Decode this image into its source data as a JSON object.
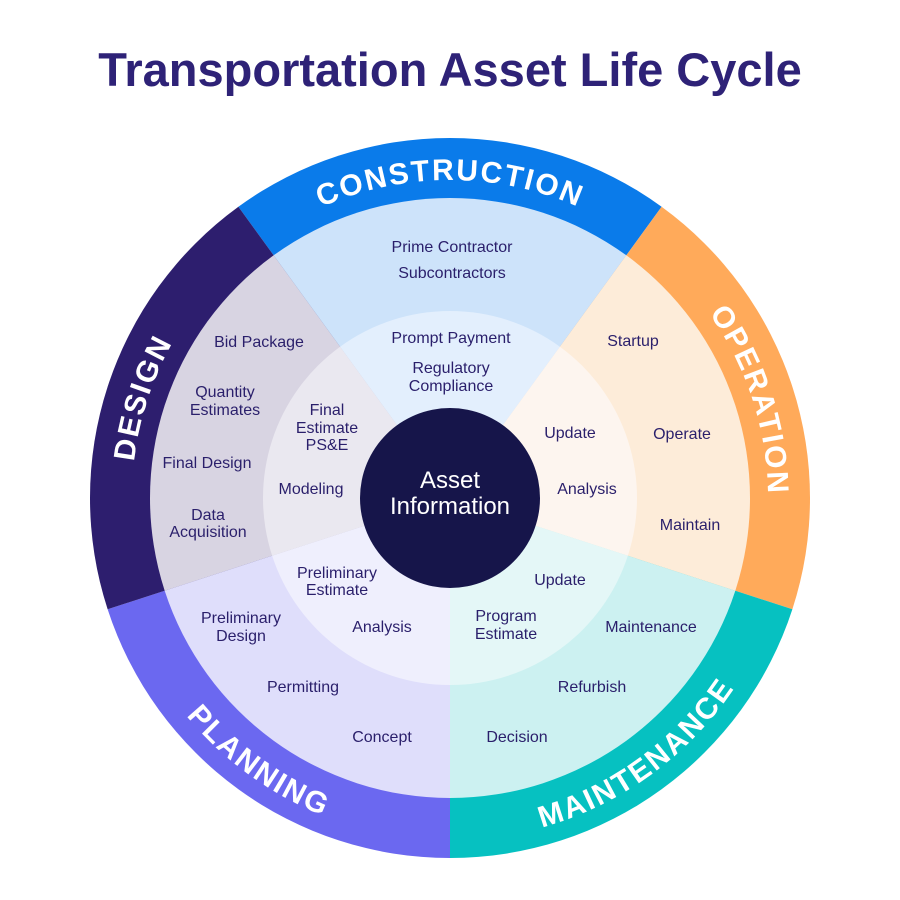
{
  "title": "Transportation Asset Life Cycle",
  "center": {
    "line1": "Asset",
    "line2": "Information",
    "color": "#16154a"
  },
  "phases": [
    {
      "id": "construction",
      "label": "CONSTRUCTION",
      "color": "#0a7bea",
      "outer_light": "#cde3fa",
      "inner_light": "#e3effd",
      "outer_items": [
        "Prime Contractor",
        "Subcontractors"
      ],
      "inner_items": [
        "Prompt Payment",
        "Regulatory",
        "Compliance"
      ]
    },
    {
      "id": "operation",
      "label": "OPERATION",
      "color": "#ffaa5a",
      "outer_light": "#fdecd9",
      "inner_light": "#fdf5ef",
      "outer_items": [
        "Startup",
        "Operate",
        "Maintain"
      ],
      "inner_items": [
        "Update",
        "Analysis"
      ]
    },
    {
      "id": "maintenance",
      "label": "MAINTENANCE",
      "color": "#06c1c1",
      "outer_light": "#ccf1f1",
      "inner_light": "#e4f7f7",
      "outer_items": [
        "Maintenance",
        "Refurbish",
        "Decision"
      ],
      "inner_items": [
        "Update",
        "Program",
        "Estimate"
      ]
    },
    {
      "id": "planning",
      "label": "PLANNING",
      "color": "#6b68f0",
      "outer_light": "#dfdefb",
      "inner_light": "#efeffd",
      "outer_items": [
        "Preliminary",
        "Design",
        "Permitting",
        "Concept"
      ],
      "inner_items": [
        "Preliminary",
        "Estimate",
        "Analysis"
      ]
    },
    {
      "id": "design",
      "label": "DESIGN",
      "color": "#2d1e6e",
      "outer_light": "#d8d4e2",
      "inner_light": "#eae8f0",
      "outer_items": [
        "Bid Package",
        "Quantity",
        "Estimates",
        "Final Design",
        "Data",
        "Acquisition"
      ],
      "inner_items": [
        "Final",
        "Estimate",
        "PS&E",
        "Modeling"
      ]
    }
  ]
}
